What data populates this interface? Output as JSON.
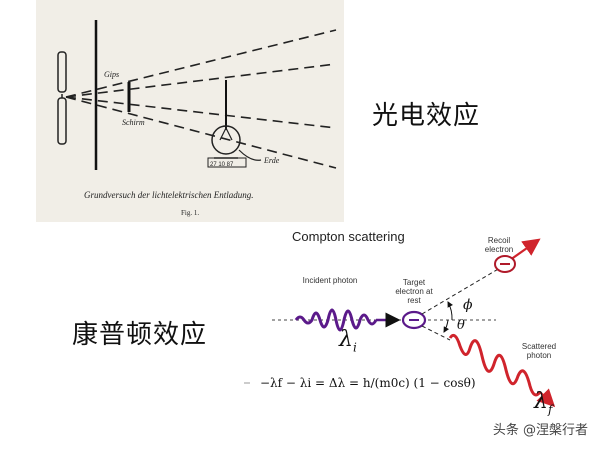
{
  "photoelectric": {
    "title_cn": "光电效应",
    "label_gips": "Gips",
    "label_schirm": "Schirm",
    "label_erde": "Erde",
    "device_plate": "27 10 87",
    "caption": "Grundversuch der lichtelektrischen Entladung.",
    "fig_label": "Fig. 1."
  },
  "compton": {
    "title_cn": "康普顿效应",
    "heading": "Compton scattering",
    "incident": "Incident photon",
    "target": "Target electron at rest",
    "recoil": "Recoil electron",
    "scattered": "Scattered photon",
    "lambda_i": "λ",
    "lambda_i_sub": "i",
    "lambda_f": "λ",
    "lambda_f_sub": "f",
    "phi": "ϕ",
    "theta": "θ",
    "formula": "−λf − λi = Δλ = h/(m0c) (1 − cosθ)"
  },
  "watermark": "头条 @涅槃行者",
  "colors": {
    "photon_in": "#5b1a8a",
    "photon_out": "#d0242c",
    "electron": "#b01a2a"
  }
}
